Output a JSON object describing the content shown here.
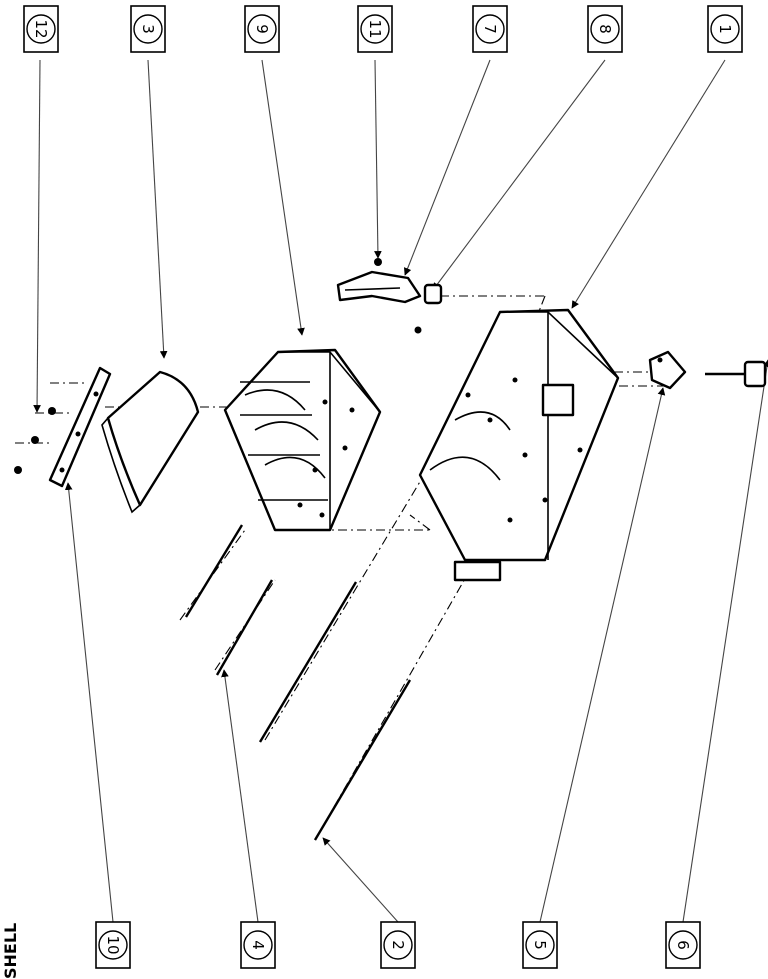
{
  "drawing": {
    "title_fragment": "SHELL",
    "balloons": [
      {
        "id": "b12",
        "label": "12"
      },
      {
        "id": "b3",
        "label": "3"
      },
      {
        "id": "b9",
        "label": "9"
      },
      {
        "id": "b11",
        "label": "11"
      },
      {
        "id": "b7",
        "label": "7"
      },
      {
        "id": "b8",
        "label": "8"
      },
      {
        "id": "b1",
        "label": "1"
      },
      {
        "id": "b10",
        "label": "10"
      },
      {
        "id": "b4",
        "label": "4"
      },
      {
        "id": "b2",
        "label": "2"
      },
      {
        "id": "b5",
        "label": "5"
      },
      {
        "id": "b6",
        "label": "6"
      }
    ]
  }
}
